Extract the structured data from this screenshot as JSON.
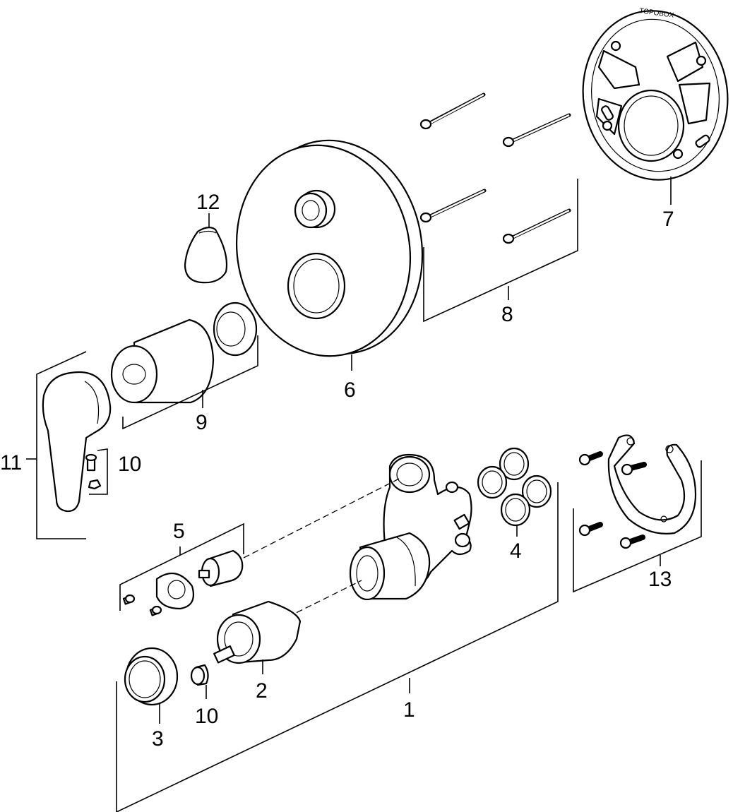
{
  "labels": {
    "l1": "1",
    "l2": "2",
    "l3": "3",
    "l4": "4",
    "l5": "5",
    "l6": "6",
    "l7": "7",
    "l8": "8",
    "l9": "9",
    "l10a": "10",
    "l10b": "10",
    "l11": "11",
    "l12": "12",
    "l13": "13"
  },
  "embossed_text": "TOPOBOX"
}
